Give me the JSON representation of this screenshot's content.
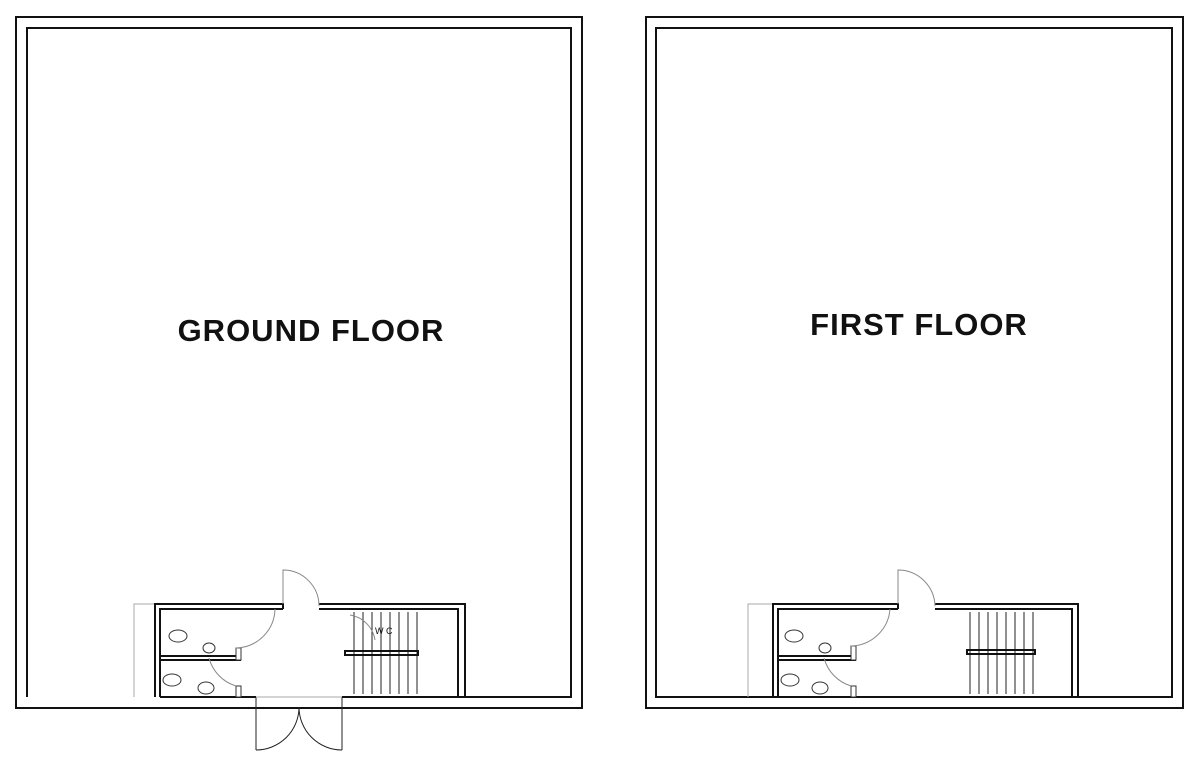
{
  "plans": [
    {
      "label": "GROUND FLOOR",
      "rooms": {
        "wc_label": "W C"
      }
    },
    {
      "label": "FIRST FLOOR"
    }
  ],
  "colors": {
    "line": "#111111",
    "background": "#ffffff"
  }
}
